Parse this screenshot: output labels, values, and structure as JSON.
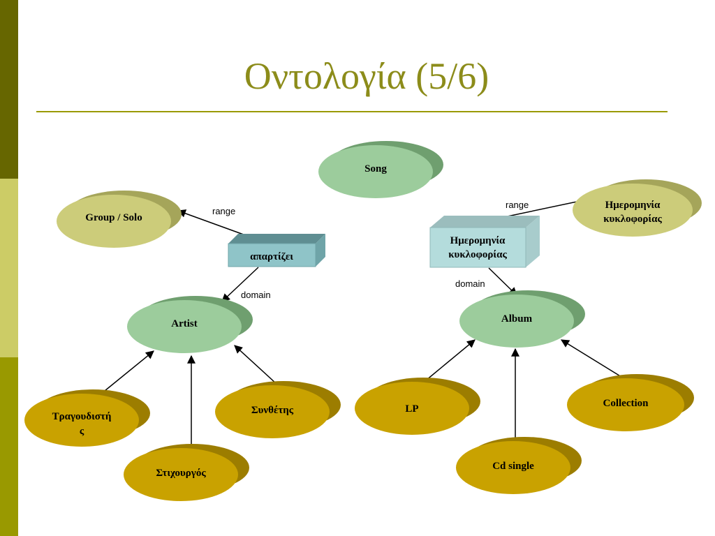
{
  "slide": {
    "title": "Οντολογία (5/6)"
  },
  "colors": {
    "sidebar_top": "#666600",
    "sidebar_mid": "#cccc66",
    "sidebar_bottom": "#999900",
    "title": "#8c8c1a",
    "node_green": "#9ccc9c",
    "node_olive": "#cccc7a",
    "node_gold": "#c9a200",
    "property_box": "#8fc4c8"
  },
  "nodes": {
    "song": "Song",
    "group_solo": "Group / Solo",
    "aparti_zei": "απαρτίζει",
    "release_date_box_line1": "Ημερομηνία",
    "release_date_box_line2": "κυκλοφορίας",
    "release_date_line1": "Ημερομηνία",
    "release_date_line2": "κυκλοφορίας",
    "artist": "Artist",
    "album": "Album",
    "singer_line1": "Τραγουδιστή",
    "singer_line2": "ς",
    "composer": "Συνθέτης",
    "lyricist": "Στιχουργός",
    "lp": "LP",
    "collection": "Collection",
    "cd_single": "Cd single"
  },
  "edges": {
    "range_left": "range",
    "domain_left": "domain",
    "range_right": "range",
    "domain_right": "domain"
  }
}
